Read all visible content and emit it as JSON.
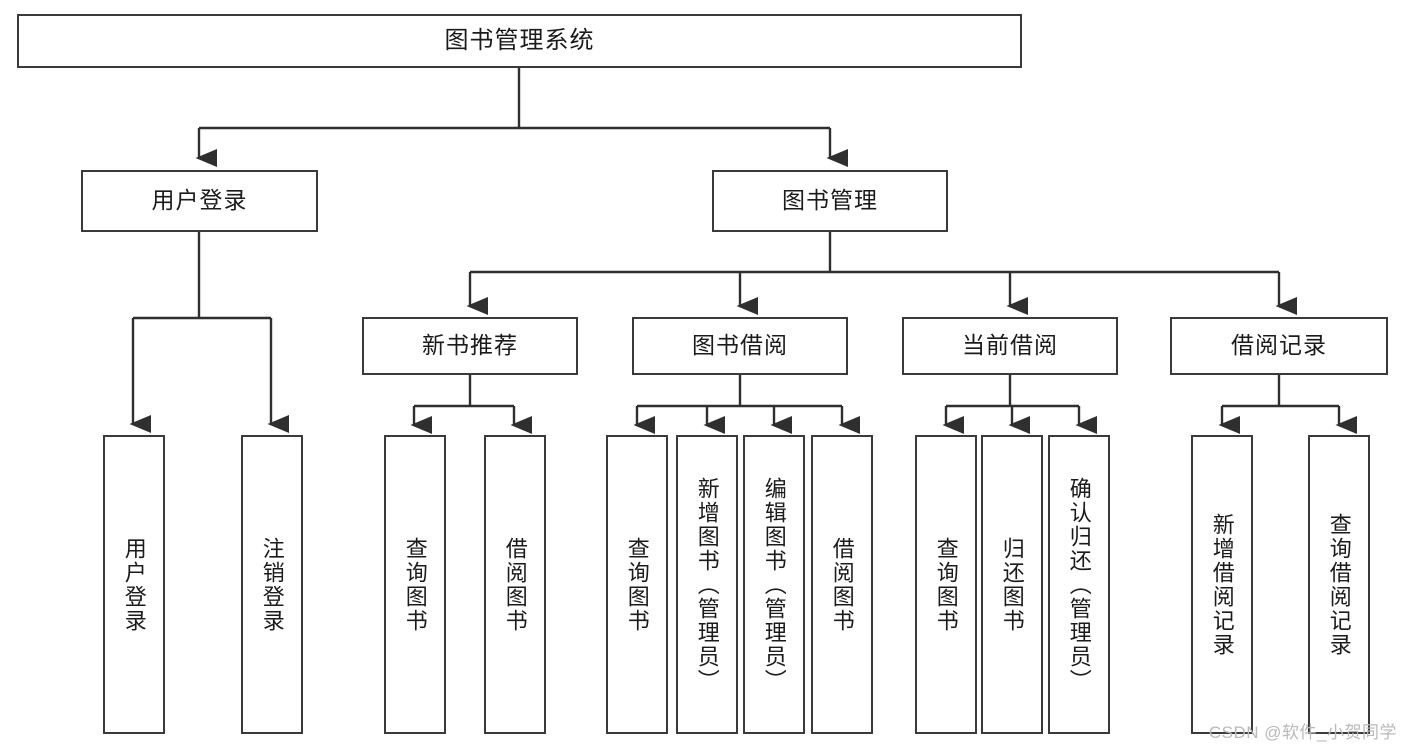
{
  "diagram": {
    "title": "图书管理系统",
    "type": "tree-hierarchy",
    "background": "#ffffff",
    "line_color": "#3a3a3a",
    "text_color": "#1b1b1b"
  },
  "nodes": {
    "root": {
      "label": "图书管理系统"
    },
    "level2": [
      {
        "id": "user-login",
        "label": "用户登录"
      },
      {
        "id": "book-manage",
        "label": "图书管理"
      }
    ],
    "level3": [
      {
        "id": "new-book-recommend",
        "label": "新书推荐"
      },
      {
        "id": "book-borrow",
        "label": "图书借阅"
      },
      {
        "id": "current-borrow",
        "label": "当前借阅"
      },
      {
        "id": "borrow-record",
        "label": "借阅记录"
      }
    ],
    "leaves": [
      {
        "id": "leaf-user-login",
        "label": "用户登录",
        "parent": "user-login"
      },
      {
        "id": "leaf-logout-login",
        "label": "注销登录",
        "parent": "user-login"
      },
      {
        "id": "leaf-query-book-1",
        "label": "查询图书",
        "parent": "new-book-recommend"
      },
      {
        "id": "leaf-borrow-book-1",
        "label": "借阅图书",
        "parent": "new-book-recommend"
      },
      {
        "id": "leaf-query-book-2",
        "label": "查询图书",
        "parent": "book-borrow"
      },
      {
        "id": "leaf-add-book",
        "label": "新增图书（管理员）",
        "parent": "book-borrow"
      },
      {
        "id": "leaf-edit-book",
        "label": "编辑图书（管理员）",
        "parent": "book-borrow"
      },
      {
        "id": "leaf-borrow-book-2",
        "label": "借阅图书",
        "parent": "book-borrow"
      },
      {
        "id": "leaf-query-book-3",
        "label": "查询图书",
        "parent": "current-borrow"
      },
      {
        "id": "leaf-return-book",
        "label": "归还图书",
        "parent": "current-borrow"
      },
      {
        "id": "leaf-confirm-return",
        "label": "确认归还（管理员）",
        "parent": "current-borrow"
      },
      {
        "id": "leaf-add-record",
        "label": "新增借阅记录",
        "parent": "borrow-record"
      },
      {
        "id": "leaf-query-record",
        "label": "查询借阅记录",
        "parent": "borrow-record"
      }
    ]
  },
  "watermark": {
    "text": "CSDN @软件_小贺同学"
  }
}
